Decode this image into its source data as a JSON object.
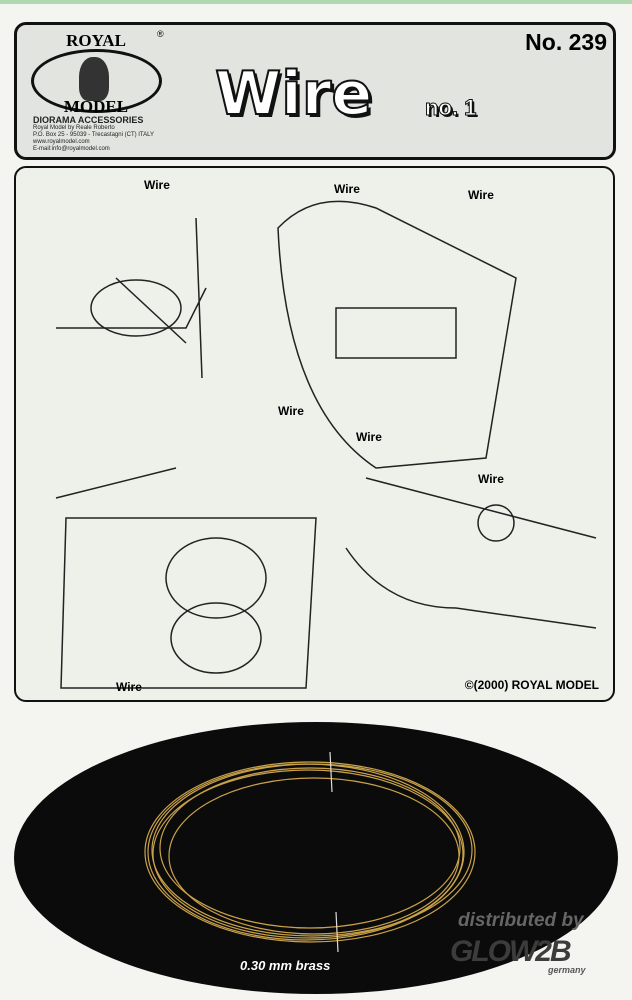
{
  "header": {
    "logo": {
      "top": "ROYAL",
      "bottom": "MODEL",
      "mark": "®"
    },
    "company_lines": [
      "DIORAMA ACCESSORIES",
      "Royal Model by Reale Roberto",
      "P.O. Box 25 - 95039 - Trecastagni (CT) ITALY",
      "www.royalmodel.com",
      "E-mail:info@royalmodel.com"
    ],
    "product_number": "No. 239",
    "title": "Wire",
    "subtitle": "no. 1"
  },
  "panel": {
    "labels": [
      "Wire",
      "Wire",
      "Wire",
      "Wire",
      "Wire",
      "Wire",
      "Wire"
    ],
    "copyright": "©(2000) ROYAL MODEL"
  },
  "product": {
    "spec": "0.30 mm brass",
    "wire_color": "#c9a24a"
  },
  "distributor": {
    "text": "distributed by",
    "name": "GLOW2B",
    "country": "germany"
  }
}
